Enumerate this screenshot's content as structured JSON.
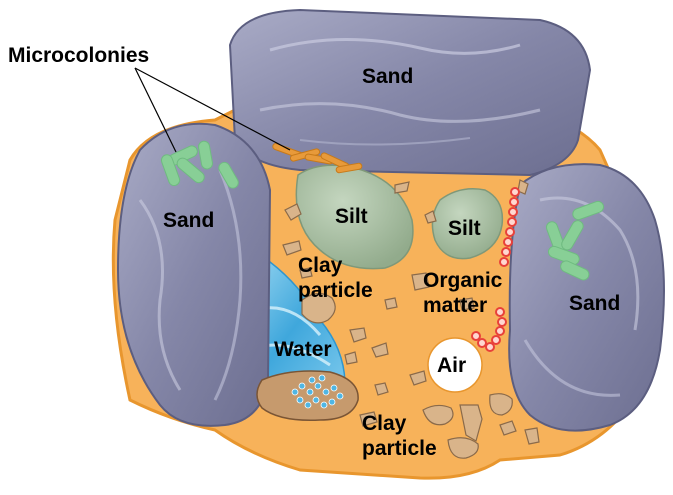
{
  "labels": {
    "microcolonies": "Microcolonies",
    "sand_top": "Sand",
    "sand_left": "Sand",
    "sand_right": "Sand",
    "silt_left": "Silt",
    "silt_right": "Silt",
    "clay_particle_upper_line1": "Clay",
    "clay_particle_upper_line2": "particle",
    "organic_matter_line1": "Organic",
    "organic_matter_line2": "matter",
    "water": "Water",
    "air": "Air",
    "clay_particle_lower_line1": "Clay",
    "clay_particle_lower_line2": "particle"
  },
  "colors": {
    "aggregate_fill": "#f7b25a",
    "aggregate_edge": "#e8962e",
    "sand": "#8e90b0",
    "sand_highlight": "#c9cbe0",
    "silt": "#a9bfa3",
    "clay": "#d9b48a",
    "water": "#4fb6e4",
    "air": "#ffffff",
    "organic_matter": "#e8403a",
    "microcolony": "#88cf96"
  }
}
